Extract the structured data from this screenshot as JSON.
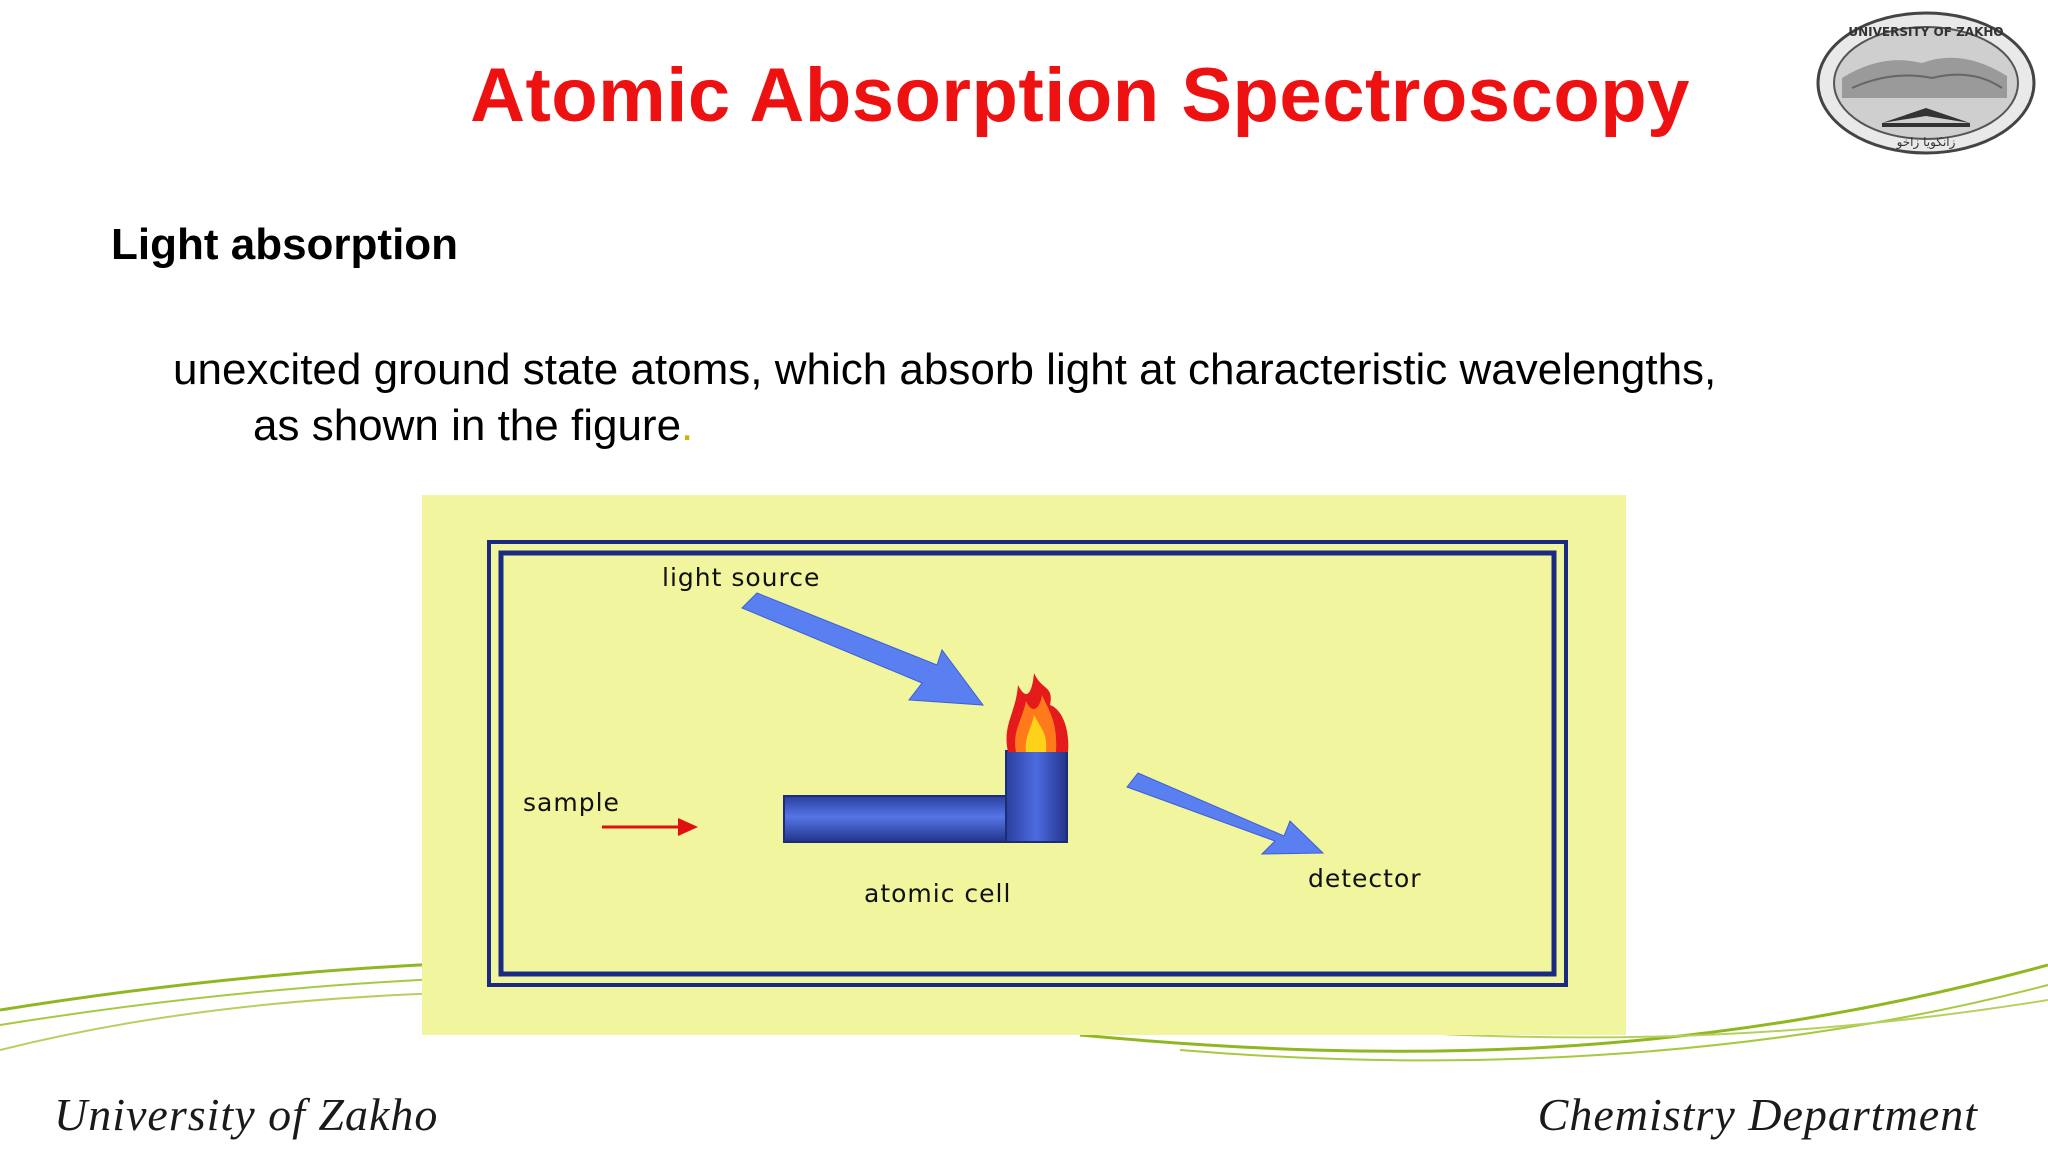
{
  "slide": {
    "title": "Atomic Absorption Spectroscopy",
    "heading": "Light absorption",
    "body_line1": "unexcited ground state atoms, which absorb light at characteristic wavelengths,",
    "body_line2": "as shown in the figure",
    "body_punct": "."
  },
  "figure": {
    "labels": {
      "light_source": "light source",
      "sample": "sample",
      "atomic_cell": "atomic cell",
      "detector": "detector"
    }
  },
  "logo": {
    "top_text": "UNIVERSITY OF ZAKHO",
    "bottom_text": "زانكويا زاخو"
  },
  "footer": {
    "left": "University of Zakho",
    "right": "Chemistry Department"
  },
  "colors": {
    "title": "#ee1111",
    "figure_bg": "#f0f59e",
    "frame": "#1a2a80",
    "arrow_blue": "#5a7ff0",
    "sample_arrow": "#e01010",
    "swoosh": "#8fb820"
  }
}
